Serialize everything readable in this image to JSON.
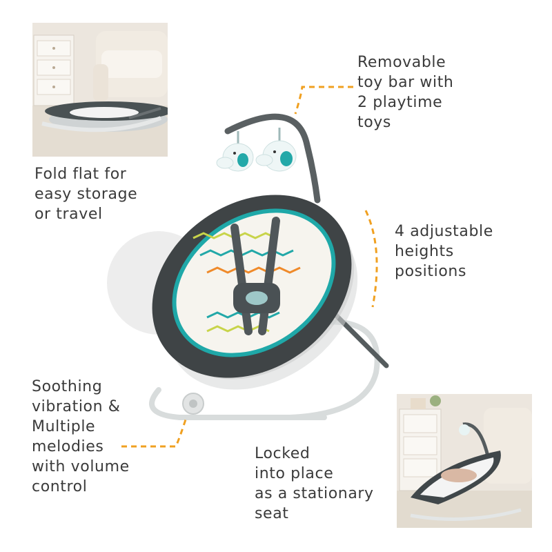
{
  "features": {
    "toy_bar": "Removable\ntoy bar with\n2 playtime\ntoys",
    "fold_flat": "Fold flat for\neasy storage\nor travel",
    "heights": "4 adjustable\nheights\npositions",
    "vibration": "Soothing\nvibration &\nMultiple\nmelodies\nwith volume\ncontrol",
    "locked": "Locked\ninto place\nas a stationary\nseat"
  },
  "colors": {
    "background": "#ffffff",
    "text": "#3a3a3a",
    "callout_dash": "#f0a020",
    "seat_fabric": "#3f4446",
    "accent_teal": "#1fa8a8",
    "frame": "#d8dcdc"
  },
  "icons": {
    "toy": "elephant-toy-icon"
  }
}
